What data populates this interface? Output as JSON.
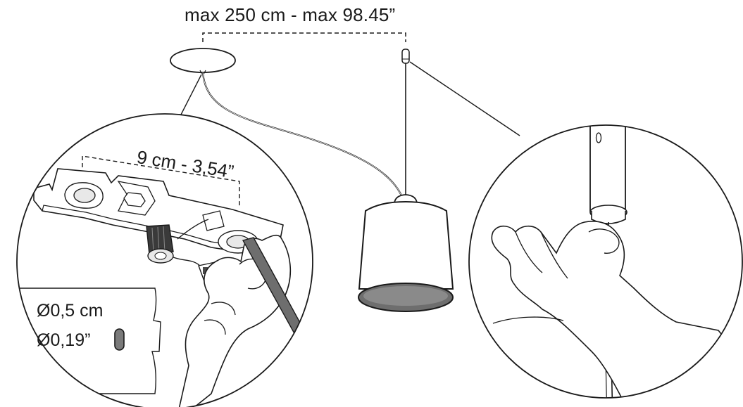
{
  "labels": {
    "suspension_length": "max 250 cm - max 98.45”",
    "bracket_spacing": "9 cm - 3,54”",
    "hole_diameter_cm": "Ø0,5 cm",
    "hole_diameter_in": "Ø0,19”"
  },
  "colors": {
    "line": "#1a1a1a",
    "shade_fill": "#ffffff",
    "shade_rim": "#6e6e6e",
    "dark_part": "#4a4a4a"
  }
}
